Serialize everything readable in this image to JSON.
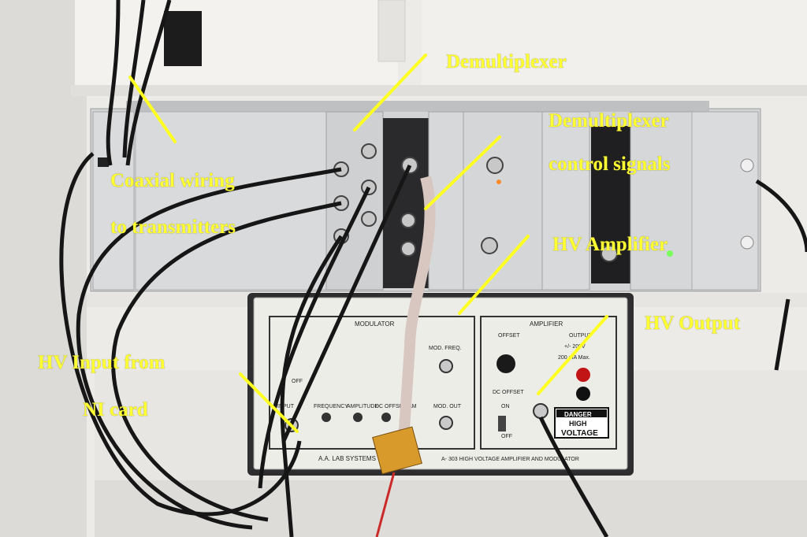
{
  "labels": {
    "demultiplexer": "Demultiplexer",
    "demultiplexer_control_line1": "Demultiplexer",
    "demultiplexer_control_line2": "control signals",
    "coaxial_line1": "Coaxial wiring",
    "coaxial_line2": "to transmitters",
    "hv_amplifier": "HV Amplifier",
    "hv_output": "HV Output",
    "hv_input_line1": "HV Input from",
    "hv_input_line2": "NI card"
  },
  "panel_text": {
    "modulator": "MODULATOR",
    "amplifier": "AMPLIFIER",
    "offset": "OFFSET",
    "output": "OUTPUT",
    "dc_offset": "DC OFFSET",
    "on": "ON",
    "off": "OFF",
    "off_left": "OFF",
    "input": "INPUT",
    "frequency": "FREQUENCY",
    "amplitude": "AMPLITUDE",
    "dc_offset_mod": "DC OFFSET",
    "am": "AM",
    "mod_freq": "MOD. FREQ.",
    "mod_out": "MOD. OUT",
    "danger": "DANGER",
    "high": "HIGH",
    "voltage": "VOLTAGE",
    "footer": "A- 303 HIGH VOLTAGE AMPLIFIER AND MODULATOR",
    "brand": "A.A. LAB SYSTEMS",
    "output_spec": "+/- 200V",
    "current_spec": "200 mA Max."
  },
  "colors": {
    "annotation": "#FFFF33",
    "annotation_line": "#FFFF22",
    "wall": "#ECEBE8",
    "rack": "#D6D7D9",
    "amp_body": "#2E2E30",
    "amp_panel": "#EDEDE8"
  }
}
